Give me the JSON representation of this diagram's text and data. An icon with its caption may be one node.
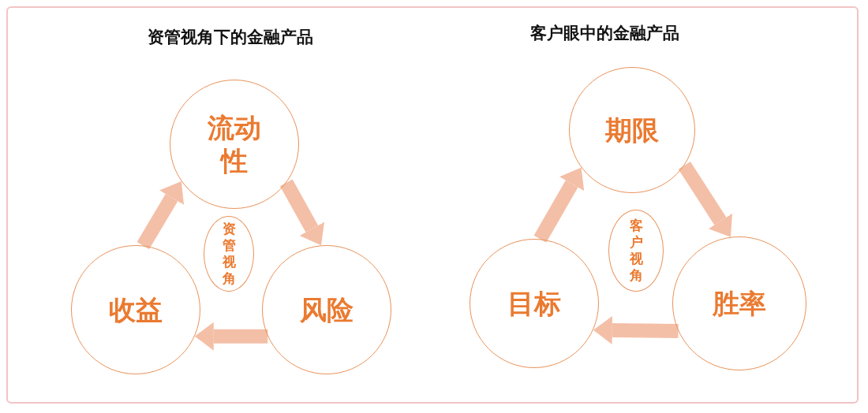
{
  "diagram": {
    "nodes": [
      {
        "text": [
          "流动性"
        ]
      },
      {
        "text": [
          "风险"
        ]
      },
      {
        "text": [
          "收益"
        ]
      },
      {
        "text": [
          "资管视角"
        ]
      },
      {
        "text": [
          "期限"
        ]
      },
      {
        "text": [
          "胜率"
        ]
      },
      {
        "text": [
          "目标"
        ]
      },
      {
        "text": [
          "客户视角"
        ]
      }
    ],
    "edges": [
      {
        "from": 0,
        "to": 1,
        "arrow": "to"
      },
      {
        "from": 1,
        "to": 2,
        "arrow": "to"
      },
      {
        "from": 2,
        "to": 0,
        "arrow": "to"
      },
      {
        "from": 4,
        "to": 5,
        "arrow": "to"
      },
      {
        "from": 5,
        "to": 6,
        "arrow": "to"
      },
      {
        "from": 6,
        "to": 4,
        "arrow": "to"
      }
    ],
    "labels": [
      "资管视角下的金融产品",
      "客户眼中的金融产品"
    ]
  }
}
